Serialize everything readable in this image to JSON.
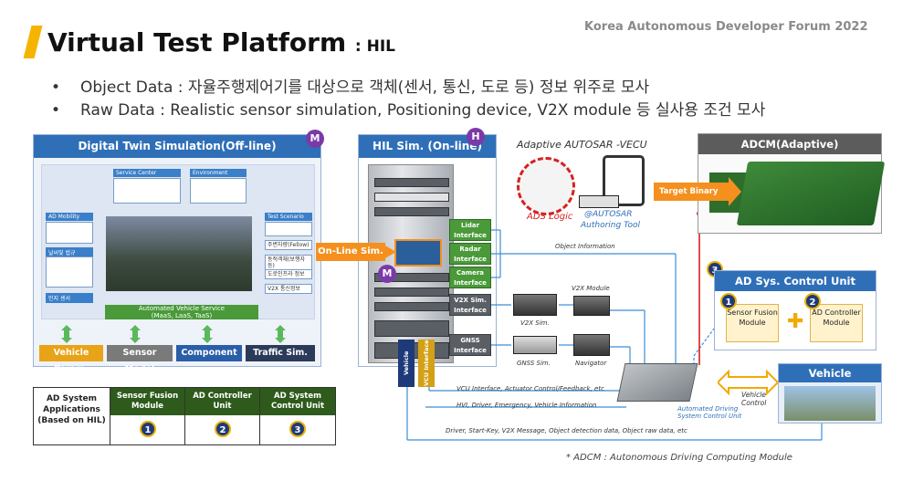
{
  "header": {
    "title": "Virtual Test Platform",
    "title_suffix": ": HIL",
    "forum": "Korea Autonomous Developer Forum 2022"
  },
  "bullets": [
    "Object Data : 자율주행제어기를 대상으로 객체(센서, 통신, 도로 등) 정보 위주로 모사",
    "Raw Data : Realistic sensor simulation, Positioning device, V2X module 등 실사용 조건 모사"
  ],
  "digital_twin": {
    "title": "Digital Twin Simulation(Off-line)",
    "badge": "M",
    "service_center": "Service Center",
    "environment": "Environment",
    "ad_mobility": "AD Mobility",
    "weather_road": "날씨및 법규",
    "sensor_label": "인지 센서",
    "test_scenario": "Test Scenario",
    "scenario_items": [
      "주변차량(Fellow)",
      "동적객체(보행자 등)",
      "도로인프라 정보",
      "V2X 통신정보"
    ],
    "avs": "Automated Vehicle Service",
    "avs_sub": "(MaaS, LaaS, TaaS)",
    "buttons": [
      {
        "label": "Vehicle Param.",
        "color": "#e8a317"
      },
      {
        "label": "Sensor Model",
        "color": "#7a7a7a"
      },
      {
        "label": "Component",
        "color": "#2a5ea8"
      },
      {
        "label": "Traffic Sim.",
        "color": "#2c3a5a"
      }
    ]
  },
  "ad_system": {
    "label": "AD System Applications (Based on HIL)",
    "columns": [
      {
        "title": "Sensor Fusion Module",
        "num": "1"
      },
      {
        "title": "AD Controller Unit",
        "num": "2"
      },
      {
        "title": "AD System Control Unit",
        "num": "3"
      }
    ]
  },
  "hil": {
    "title": "HIL Sim. (On-line)",
    "badge": "H",
    "online_sim": "On-Line Sim.",
    "m_badge": "M",
    "interfaces": [
      "Lidar Interface",
      "Radar Interface",
      "Camera Interface"
    ],
    "v2x_interface": "V2X Sim. Interface",
    "gnss_interface": "GNSS Interface",
    "vehicle_interface": "Vehicle Interface",
    "vcu_interface": "VCU Interface"
  },
  "autosar": {
    "title": "Adaptive AUTOSAR -VECU",
    "ads_logic": "ADS Logic",
    "authoring": "@AUTOSAR",
    "authoring_tool": "Authoring Tool"
  },
  "adcm": {
    "title": "ADCM(Adaptive)",
    "target_binary": "Target Binary"
  },
  "flows": {
    "object_information": "Object Information",
    "v2x_module": "V2X Module",
    "v2x_sim": "V2X Sim.",
    "gnss_sim": "GNSS Sim.",
    "navigator": "Navigator",
    "vcu_line": "VCU Interface, Actuator Control/Feedback, etc",
    "hvi_line": "HVI, Driver, Emergency, Vehicle Information",
    "driver_line": "Driver, Start-Key, V2X Message, Object detection data, Object raw data, etc",
    "ecu_label": "Automated Driving System Control Unit",
    "vehicle_control": "Vehicle Control"
  },
  "ad_sys_control": {
    "num": "3",
    "title": "AD Sys. Control Unit",
    "modules": [
      {
        "num": "1",
        "label": "Sensor Fusion Module"
      },
      {
        "num": "2",
        "label": "AD Controller Module"
      }
    ]
  },
  "vehicle": {
    "title": "Vehicle"
  },
  "footnote": "* ADCM : Autonomous Driving Computing Module",
  "colors": {
    "accent": "#f5b400",
    "panel_blue": "#2f6fb8",
    "orange": "#f5901e",
    "purple": "#7a3aa8",
    "green": "#4a9a3a",
    "red": "#d62020"
  }
}
